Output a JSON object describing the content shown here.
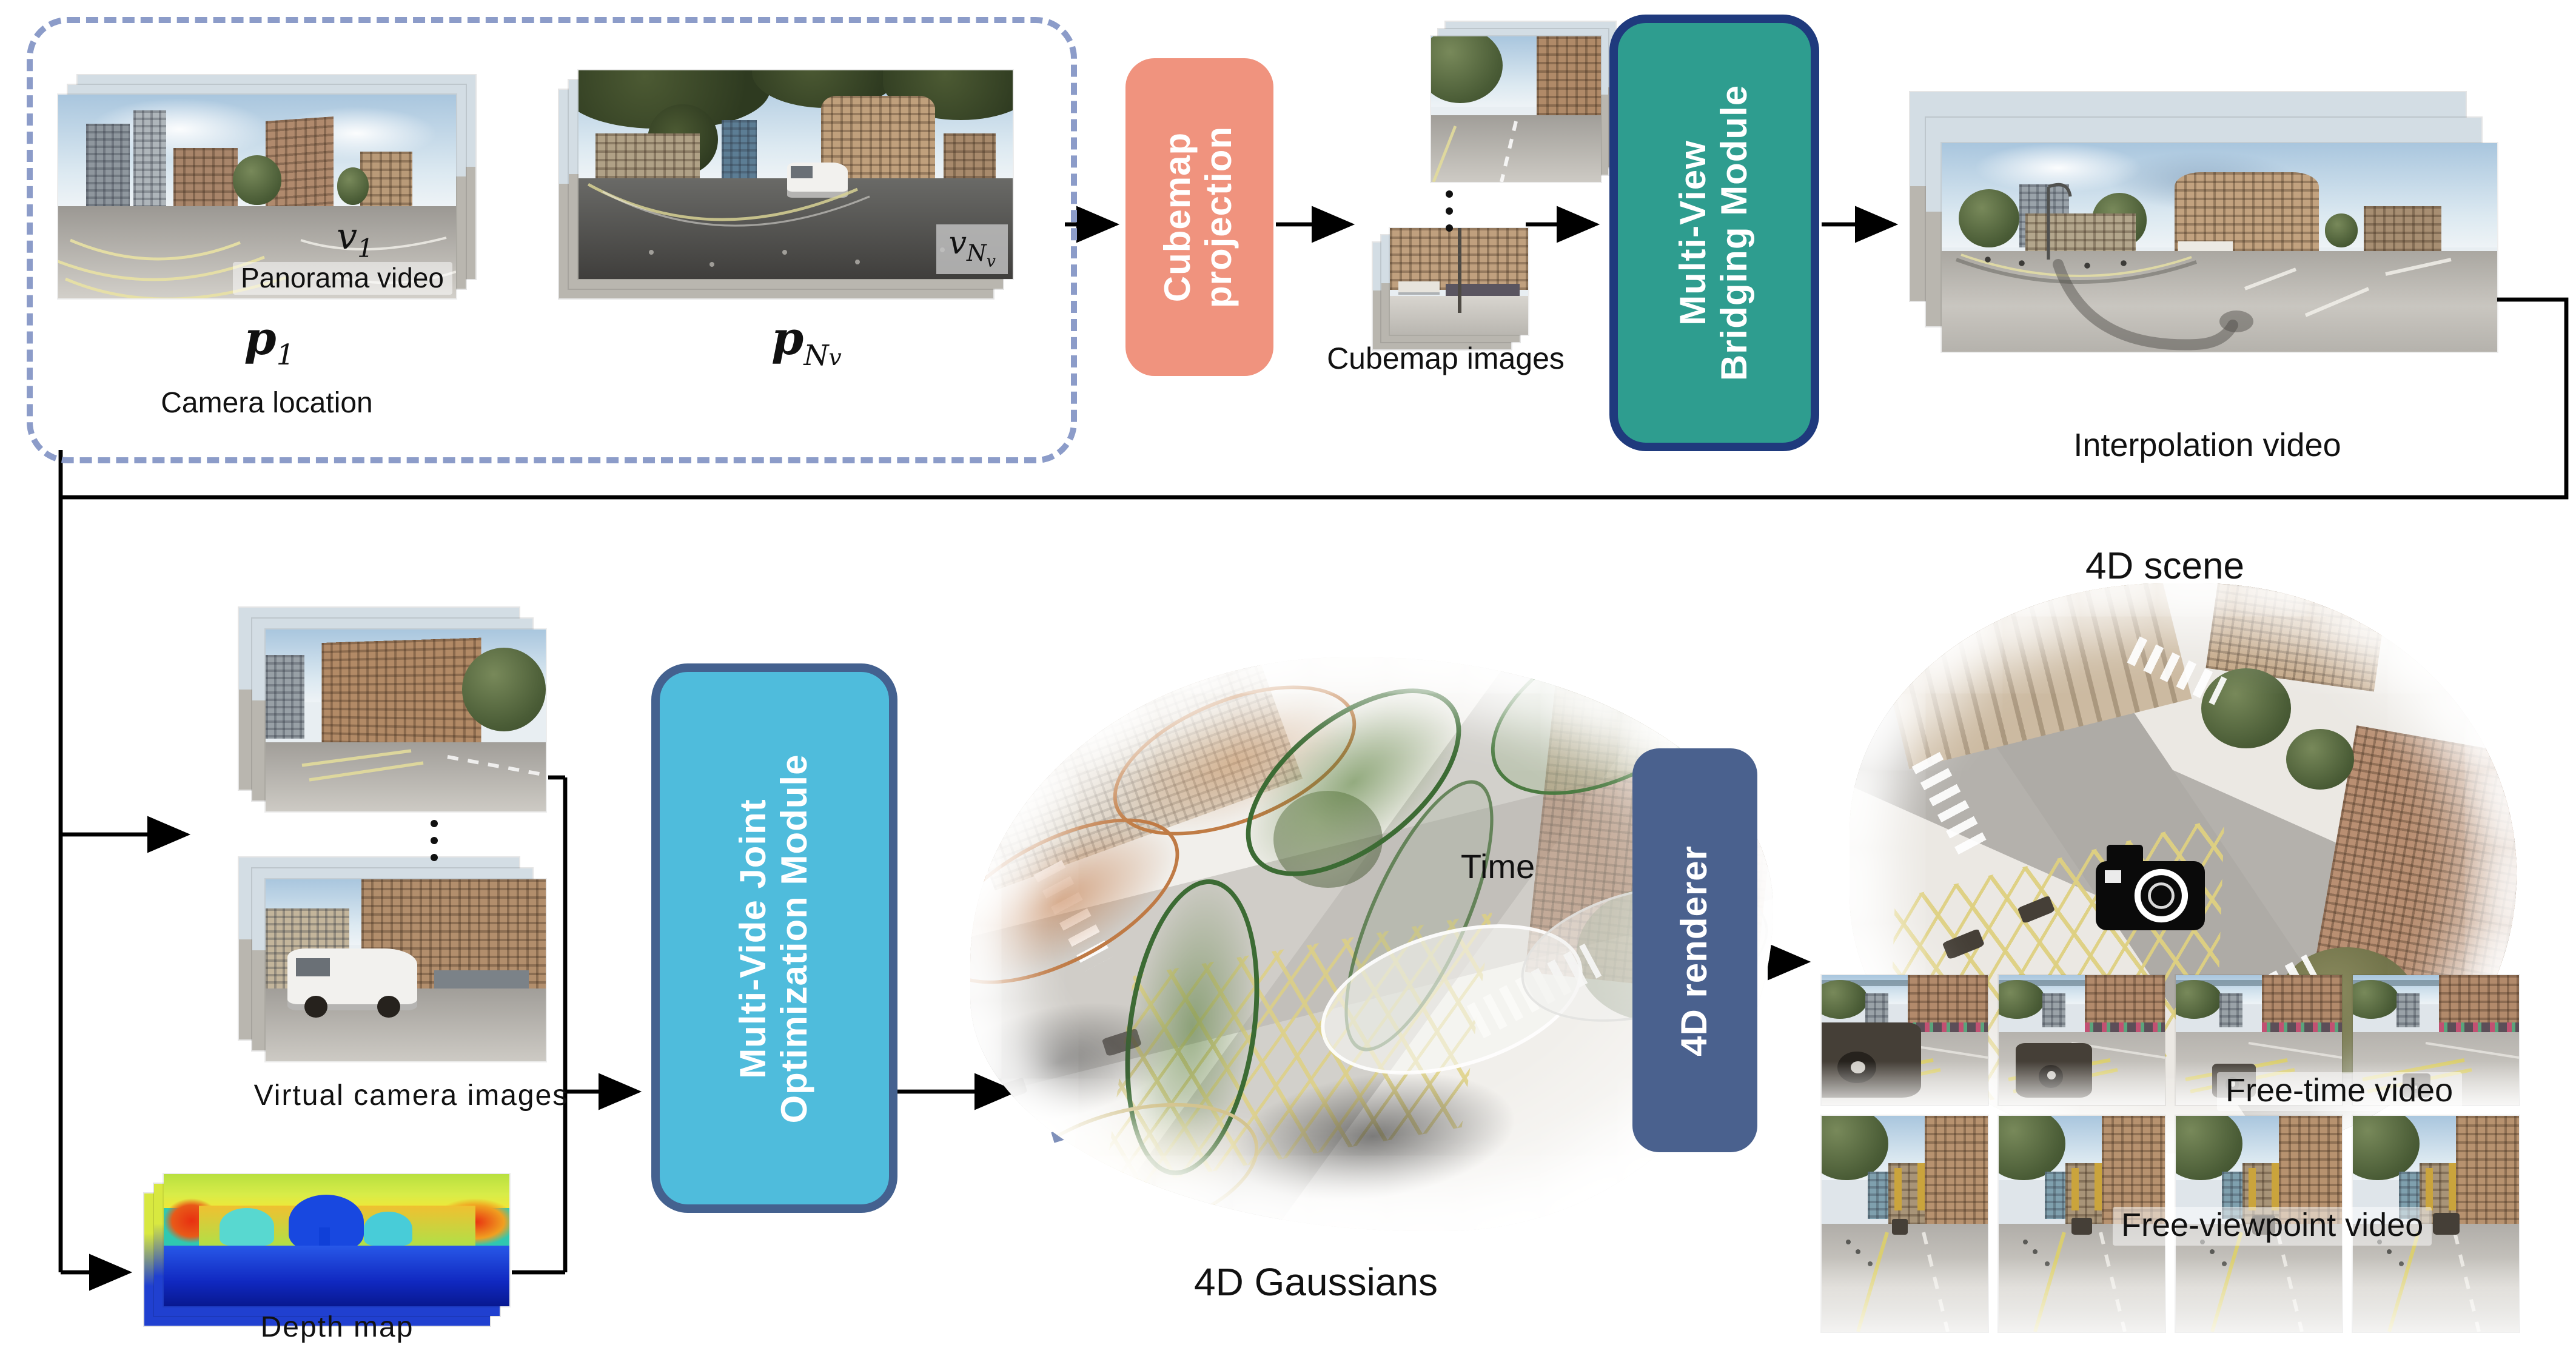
{
  "colors": {
    "dashed_border": "#8C9CC9",
    "cubemap_box": "#F0937E",
    "bridging_box": "#2E9D8F",
    "bridging_border": "#1F3A7D",
    "optimization_box": "#4FBCDC",
    "optimization_border": "#44618F",
    "renderer_box": "#4A618E",
    "time_arrow": "#7F90BA"
  },
  "input_box": {
    "panorama_video_label": "Panorama video",
    "camera_location_label": "Camera location",
    "video1": {
      "base": "v",
      "sub": "1"
    },
    "videoN": {
      "base": "v",
      "sub": "N",
      "subsub": "v"
    },
    "pose1": {
      "base": "p",
      "sub": "1"
    },
    "poseN": {
      "base": "p",
      "sub": "N",
      "subsub": "v"
    }
  },
  "modules": {
    "cubemap_projection": {
      "line1": "Cubemap",
      "line2": "projection"
    },
    "multi_view_bridging": {
      "line1": "Multi-View",
      "line2": "Bridging Module"
    },
    "multi_video_joint_optimization": {
      "line1": "Multi-Vide Joint",
      "line2": "Optimization Module"
    },
    "renderer_4d": {
      "label": "4D renderer"
    }
  },
  "labels": {
    "cubemap_images": "Cubemap images",
    "interpolation_video": "Interpolation video",
    "virtual_camera_images": "Virtual camera images",
    "depth_map": "Depth map",
    "gaussians_4d": "4D Gaussians",
    "time": "Time",
    "scene_4d": "4D scene",
    "free_time_video": "Free-time video",
    "free_viewpoint_video": "Free-viewpoint video"
  }
}
